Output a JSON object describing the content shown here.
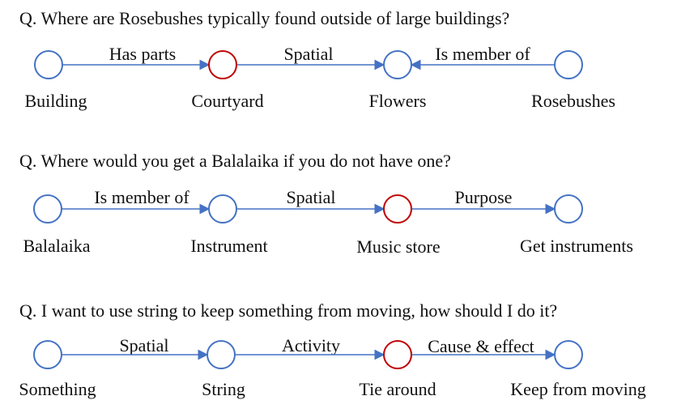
{
  "colors": {
    "edge": "#4472C4",
    "node": "#4472C4",
    "highlight": "#C00000"
  },
  "examples": [
    {
      "question": "Q. Where are Rosebushes typically found outside of large buildings?",
      "nodes": [
        {
          "label": "Building",
          "highlight": false
        },
        {
          "label": "Courtyard",
          "highlight": true
        },
        {
          "label": "Flowers",
          "highlight": false
        },
        {
          "label": "Rosebushes",
          "highlight": false
        }
      ],
      "edges": [
        {
          "label": "Has parts",
          "from": 0,
          "to": 1
        },
        {
          "label": "Spatial",
          "from": 1,
          "to": 2
        },
        {
          "label": "Is member of",
          "from": 3,
          "to": 2
        }
      ]
    },
    {
      "question": "Q. Where would you get a Balalaika if you do not have one?",
      "nodes": [
        {
          "label": "Balalaika",
          "highlight": false
        },
        {
          "label": "Instrument",
          "highlight": false
        },
        {
          "label": "Music store",
          "highlight": true
        },
        {
          "label": "Get instruments",
          "highlight": false
        }
      ],
      "edges": [
        {
          "label": "Is member of",
          "from": 0,
          "to": 1
        },
        {
          "label": "Spatial",
          "from": 1,
          "to": 2
        },
        {
          "label": "Purpose",
          "from": 2,
          "to": 3
        }
      ]
    },
    {
      "question": "Q. I want to use string to keep something from moving, how should I do it?",
      "nodes": [
        {
          "label": "Something",
          "highlight": false
        },
        {
          "label": "String",
          "highlight": false
        },
        {
          "label": "Tie around",
          "highlight": true
        },
        {
          "label": "Keep from moving",
          "highlight": false
        }
      ],
      "edges": [
        {
          "label": "Spatial",
          "from": 0,
          "to": 1
        },
        {
          "label": "Activity",
          "from": 1,
          "to": 2
        },
        {
          "label": "Cause & effect",
          "from": 2,
          "to": 3
        }
      ]
    }
  ]
}
